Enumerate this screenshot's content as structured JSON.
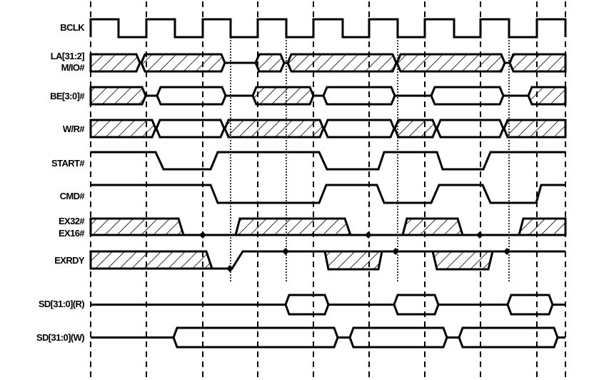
{
  "diagram": {
    "type": "timing-diagram",
    "signals": [
      {
        "id": "bclk",
        "lines": [
          "BCLK"
        ]
      },
      {
        "id": "la",
        "lines": [
          "LA[31:2]",
          "M/IO#"
        ]
      },
      {
        "id": "be",
        "lines": [
          "BE[3:0]#"
        ]
      },
      {
        "id": "wr",
        "lines": [
          "W/R#"
        ]
      },
      {
        "id": "start",
        "lines": [
          "START#"
        ]
      },
      {
        "id": "cmd",
        "lines": [
          "CMD#"
        ]
      },
      {
        "id": "ex",
        "lines": [
          "EX32#",
          "EX16#"
        ]
      },
      {
        "id": "exrdy",
        "lines": [
          "EXRDY"
        ]
      },
      {
        "id": "sdr",
        "lines": [
          "SD[31:0](R)"
        ]
      },
      {
        "id": "sdw",
        "lines": [
          "SD[31:0](W)"
        ]
      }
    ],
    "colors": {
      "ink": "#000000",
      "background": "#ffffff"
    }
  }
}
